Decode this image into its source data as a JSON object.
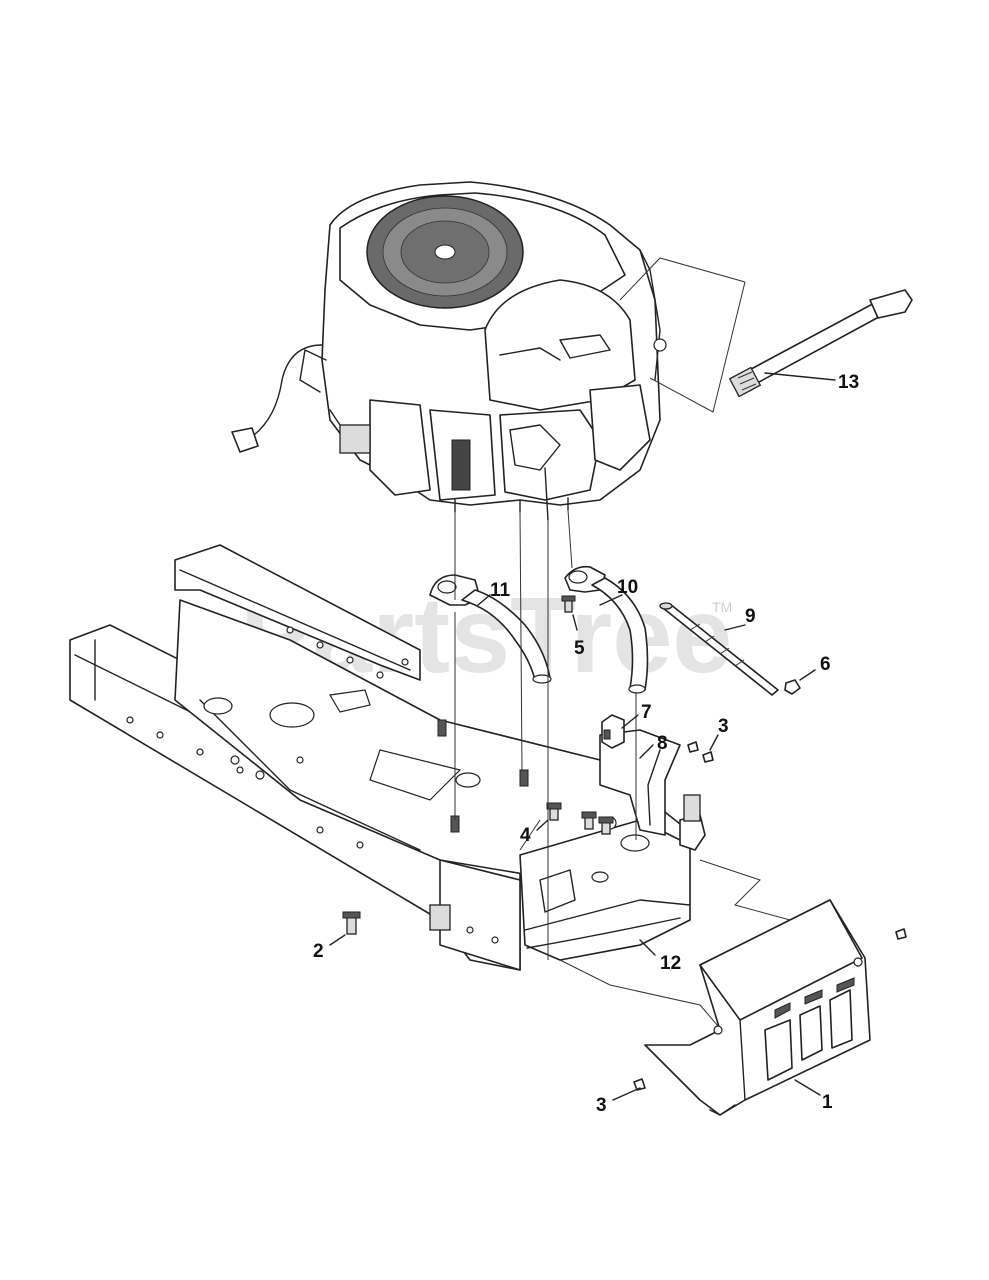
{
  "watermark": {
    "text": "PartsTree",
    "tm": "TM"
  },
  "callouts": [
    {
      "id": "1",
      "label": "1"
    },
    {
      "id": "2",
      "label": "2"
    },
    {
      "id": "3a",
      "label": "3"
    },
    {
      "id": "3b",
      "label": "3"
    },
    {
      "id": "4",
      "label": "4"
    },
    {
      "id": "5",
      "label": "5"
    },
    {
      "id": "6",
      "label": "6"
    },
    {
      "id": "7",
      "label": "7"
    },
    {
      "id": "8",
      "label": "8"
    },
    {
      "id": "9",
      "label": "9"
    },
    {
      "id": "10",
      "label": "10"
    },
    {
      "id": "11",
      "label": "11"
    },
    {
      "id": "12",
      "label": "12"
    },
    {
      "id": "13",
      "label": "13"
    }
  ]
}
